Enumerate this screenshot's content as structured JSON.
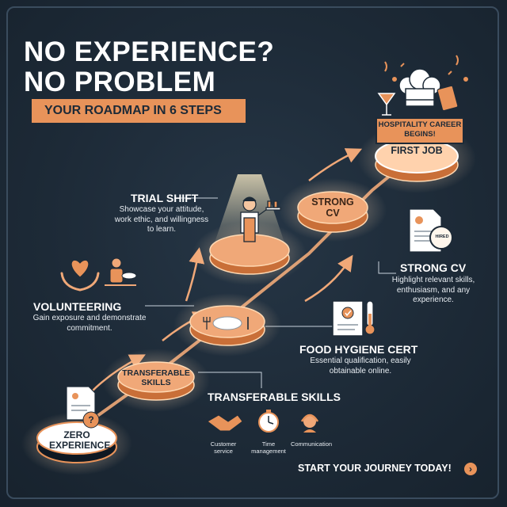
{
  "title": {
    "line1": "NO EXPERIENCE?",
    "line2": "NO PROBLEM"
  },
  "banner": "YOUR ROADMAP IN 6 STEPS",
  "steps": {
    "zero": "ZERO EXPERIENCE",
    "transferable": "TRANSFERABLE SKILLS",
    "strong_cv_platform": "STRONG CV",
    "first_job": "FIRST JOB",
    "first_job_badge": "HOSPITALITY CAREER BEGINS!"
  },
  "callouts": {
    "trial_shift": {
      "heading": "TRIAL SHIFT",
      "text": "Showcase your attitude, work ethic, and willingness to learn."
    },
    "volunteering": {
      "heading": "VOLUNTEERING",
      "text": "Gain exposure and demonstrate commitment."
    },
    "strong_cv": {
      "heading": "STRONG CV",
      "text": "Highlight relevant skills, enthusiasm, and any experience.",
      "badge": "HIRED"
    },
    "food_hygiene": {
      "heading": "FOOD HYGIENE CERT",
      "text": "Essential qualification, easily obtainable online."
    },
    "transferable_skills": {
      "heading": "TRANSFERABLE SKILLS",
      "skills": [
        "Customer service",
        "Time management",
        "Communication"
      ]
    }
  },
  "cta": {
    "text": "START YOUR JOURNEY TODAY!",
    "icon": "chevron-right-icon"
  },
  "colors": {
    "background": "#1d2a37",
    "accent": "#e8935a",
    "platform": "#f0a878",
    "glow": "#ffd9b3",
    "text": "#ffffff"
  }
}
